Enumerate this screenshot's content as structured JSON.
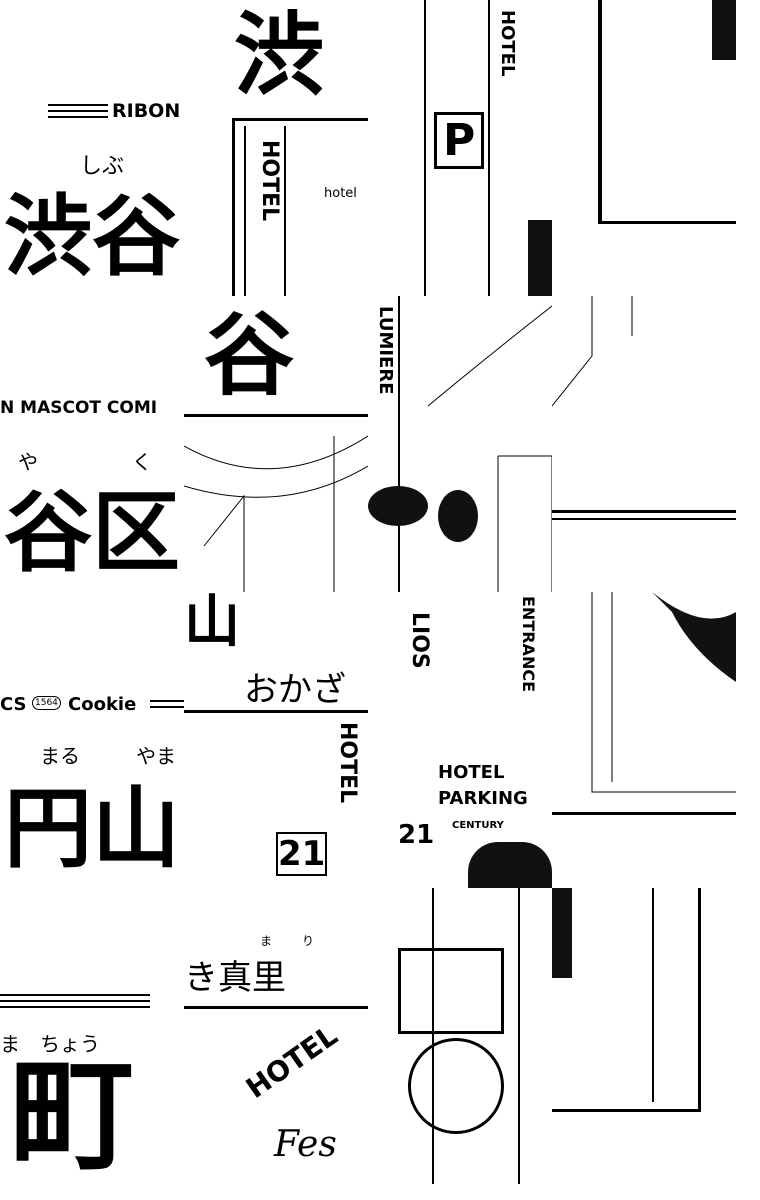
{
  "tiles": {
    "ribon": "RIBON",
    "shibu_ruby": "しぶ",
    "shibu_kanji": "渋谷",
    "mascot": "N MASCOT COMI",
    "ya_ruby": "や",
    "ku_ruby": "く",
    "yaku_kanji": "谷区",
    "cookie_prefix": "CS",
    "cookie_number": "1564",
    "cookie": "Cookie",
    "maru_ruby": "まる",
    "yama_ruby": "やま",
    "maru_kanji": "円山",
    "ma_ruby": "ま",
    "chou_ruby": "ちょう",
    "chou_kanji": "町",
    "author_partial": "おかざ",
    "author_end": "き真里",
    "mari_ruby_ma": "ま",
    "mari_ruby_ri": "り",
    "hotel": "HOTEL",
    "parking_p": "P",
    "hotel_lumiere": "LUMIERE",
    "hotel_fes": "Fes",
    "hotel_21": "21",
    "century": "CENTURY",
    "entrance": "ENTRANCE",
    "parking": "PARKING",
    "lios": "LIOS",
    "hotel_sign": "hotel"
  }
}
